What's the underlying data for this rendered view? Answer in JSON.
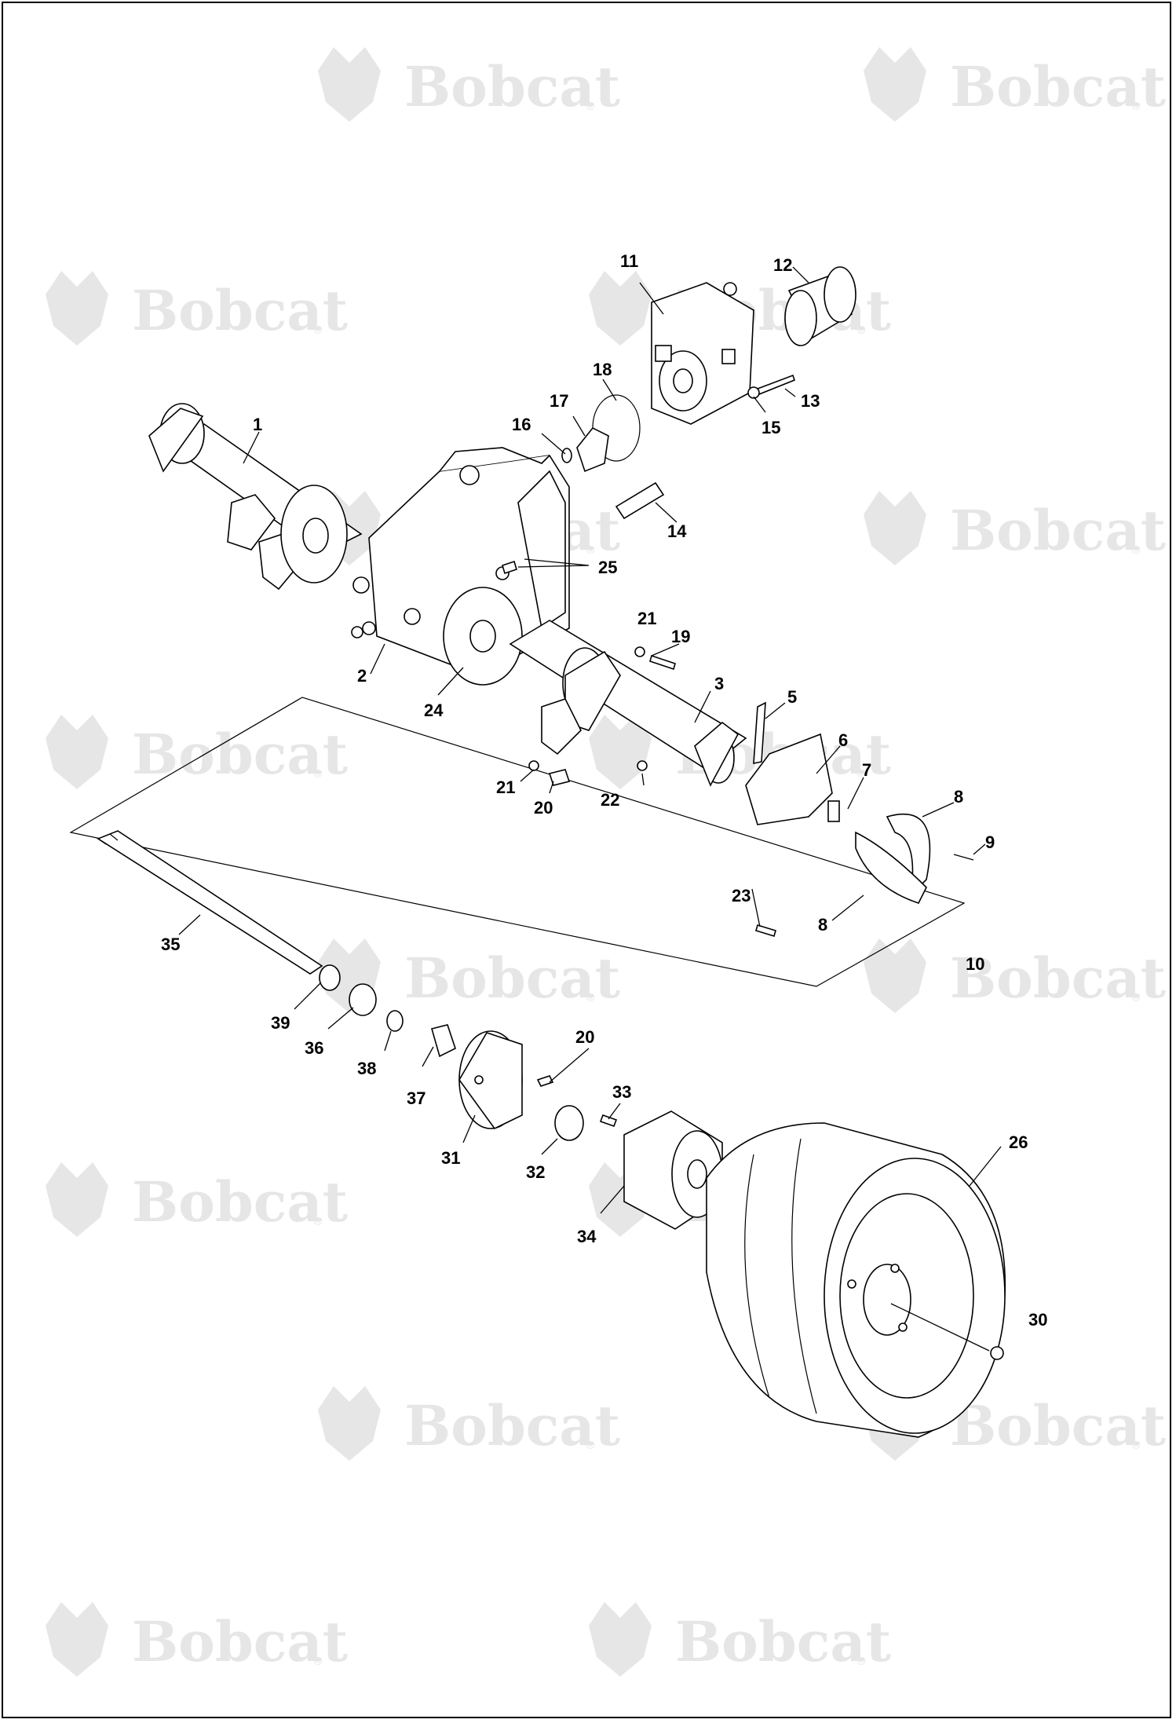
{
  "watermark": {
    "brand": "Bobcat",
    "reg": "®"
  },
  "callouts": {
    "c1": "1",
    "c2": "2",
    "c3": "3",
    "c5": "5",
    "c6": "6",
    "c7": "7",
    "c8a": "8",
    "c8b": "8",
    "c9": "9",
    "c10": "10",
    "c11": "11",
    "c12": "12",
    "c13": "13",
    "c14": "14",
    "c15": "15",
    "c16": "16",
    "c17": "17",
    "c18": "18",
    "c19": "19",
    "c20a": "20",
    "c20b": "20",
    "c21a": "21",
    "c21b": "21",
    "c22": "22",
    "c23": "23",
    "c24": "24",
    "c25": "25",
    "c26": "26",
    "c30": "30",
    "c31": "31",
    "c32": "32",
    "c33": "33",
    "c34": "34",
    "c35": "35",
    "c36": "36",
    "c37": "37",
    "c38": "38",
    "c39": "39"
  }
}
